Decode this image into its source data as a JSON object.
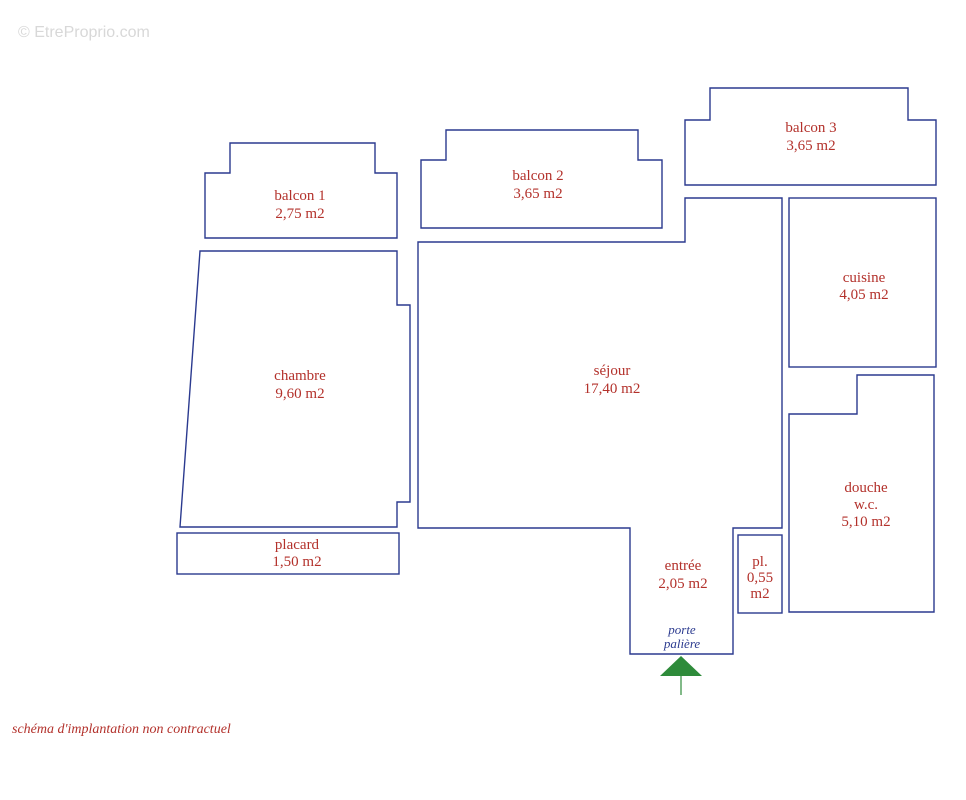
{
  "watermark": "© EtreProprio.com",
  "disclaimer": "schéma d'implantation non contractuel",
  "door": {
    "line1": "porte",
    "line2": "palière"
  },
  "rooms": {
    "balcon1": {
      "name": "balcon 1",
      "area": "2,75 m2"
    },
    "balcon2": {
      "name": "balcon 2",
      "area": "3,65 m2"
    },
    "balcon3": {
      "name": "balcon 3",
      "area": "3,65 m2"
    },
    "chambre": {
      "name": "chambre",
      "area": "9,60 m2"
    },
    "placard": {
      "name": "placard",
      "area": "1,50 m2"
    },
    "sejour": {
      "name": "séjour",
      "area": "17,40 m2"
    },
    "cuisine": {
      "name": "cuisine",
      "area": "4,05 m2"
    },
    "douche": {
      "name": "douche",
      "name2": "w.c.",
      "area": "5,10 m2"
    },
    "entree": {
      "name": "entrée",
      "area": "2,05 m2"
    },
    "pl": {
      "name": "pl.",
      "area_line1": "0,55",
      "area_line2": "m2"
    }
  },
  "colors": {
    "wall": "#2b3a8f",
    "label": "#b3312b",
    "door_arrow": "#2e8b3a"
  }
}
